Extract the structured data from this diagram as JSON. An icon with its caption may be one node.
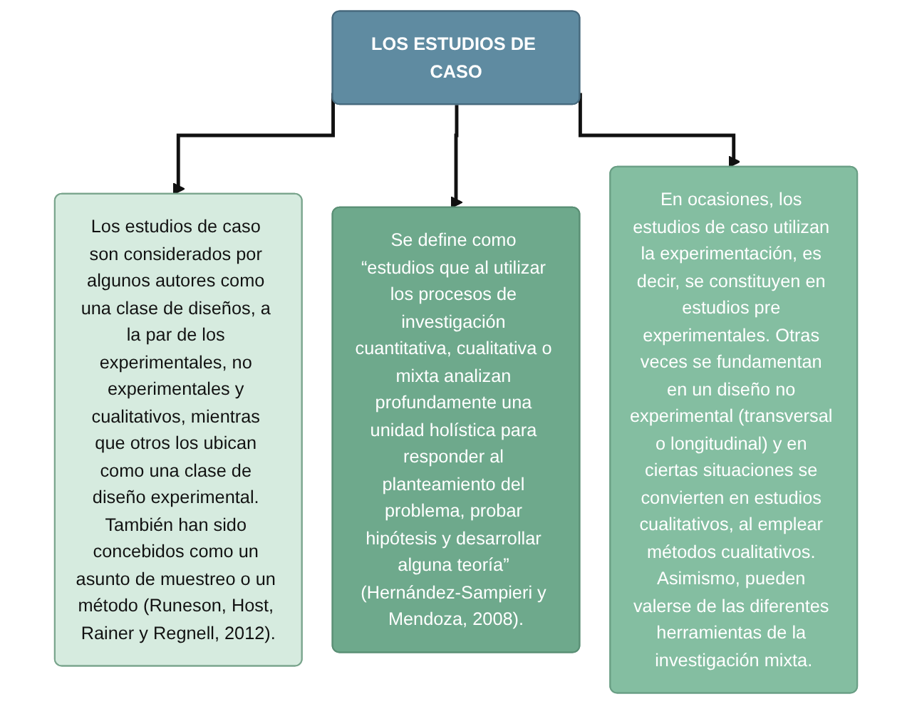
{
  "diagram": {
    "nodes": [
      {
        "text": [
          "LOS ESTUDIOS DE CASO"
        ]
      },
      {
        "text": [
          "Los estudios de caso son considerados por algunos autores como una clase de diseños, a la par de los experimentales, no experimentales y cualitativos, mientras que otros los ubican como una clase de diseño experimental. También han sido concebidos como un asunto de muestreo o un método (Runeson, Host, Rainer y Regnell, 2012)."
        ]
      },
      {
        "text": [
          "Se define como “estudios que al utilizar los procesos de investigación cuantitativa, cualitativa o mixta analizan profundamente una unidad holística para responder al planteamiento del problema, probar hipótesis y desarrollar alguna teoría” (Hernández-Sampieri y Mendoza, 2008)."
        ]
      },
      {
        "text": [
          "En ocasiones, los estudios de caso utilizan la experimentación, es decir, se constituyen en estudios pre experimentales. Otras veces se fundamentan en un diseño no experimental (transversal o longitudinal) y en ciertas situaciones se convierten en estudios cualitativos, al emplear métodos cualitativos. Asimismo, pueden valerse de las diferentes herramientas de la investigación mixta."
        ]
      }
    ],
    "edges": [
      {
        "from": 0,
        "to": 1,
        "arrow": "to"
      },
      {
        "from": 0,
        "to": 2,
        "arrow": "to"
      },
      {
        "from": 0,
        "to": 3,
        "arrow": "to"
      }
    ]
  }
}
